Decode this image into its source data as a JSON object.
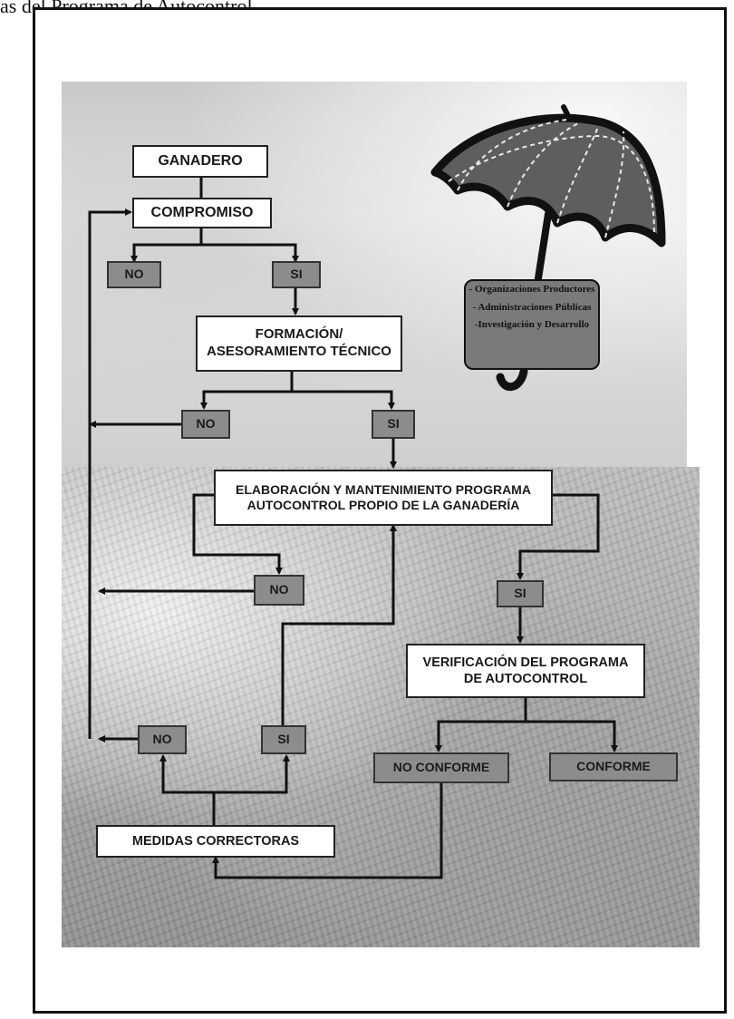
{
  "caption": "as del Programa de Autocontrol",
  "flow": {
    "ganadero": "GANADERO",
    "compromiso": "COMPROMISO",
    "no1": "NO",
    "si1": "SI",
    "formacion_l1": "FORMACIÓN/",
    "formacion_l2": "ASESORAMIENTO TÉCNICO",
    "no2": "NO",
    "si2": "SI",
    "elaboracion_l1": "ELABORACIÓN Y MANTENIMIENTO PROGRAMA",
    "elaboracion_l2": "AUTOCONTROL PROPIO DE LA GANADERÍA",
    "no3": "NO",
    "si3": "SI",
    "verificacion_l1": "VERIFICACIÓN DEL PROGRAMA",
    "verificacion_l2": "DE AUTOCONTROL",
    "no4": "NO",
    "si4": "SI",
    "no_conforme": "NO CONFORME",
    "conforme": "CONFORME",
    "medidas": "MEDIDAS CORRECTORAS"
  },
  "umbrella": {
    "items": [
      "- Organizaciones Productores",
      "- Administraciones Públicas",
      "-Investigación y Desarrollo"
    ]
  }
}
